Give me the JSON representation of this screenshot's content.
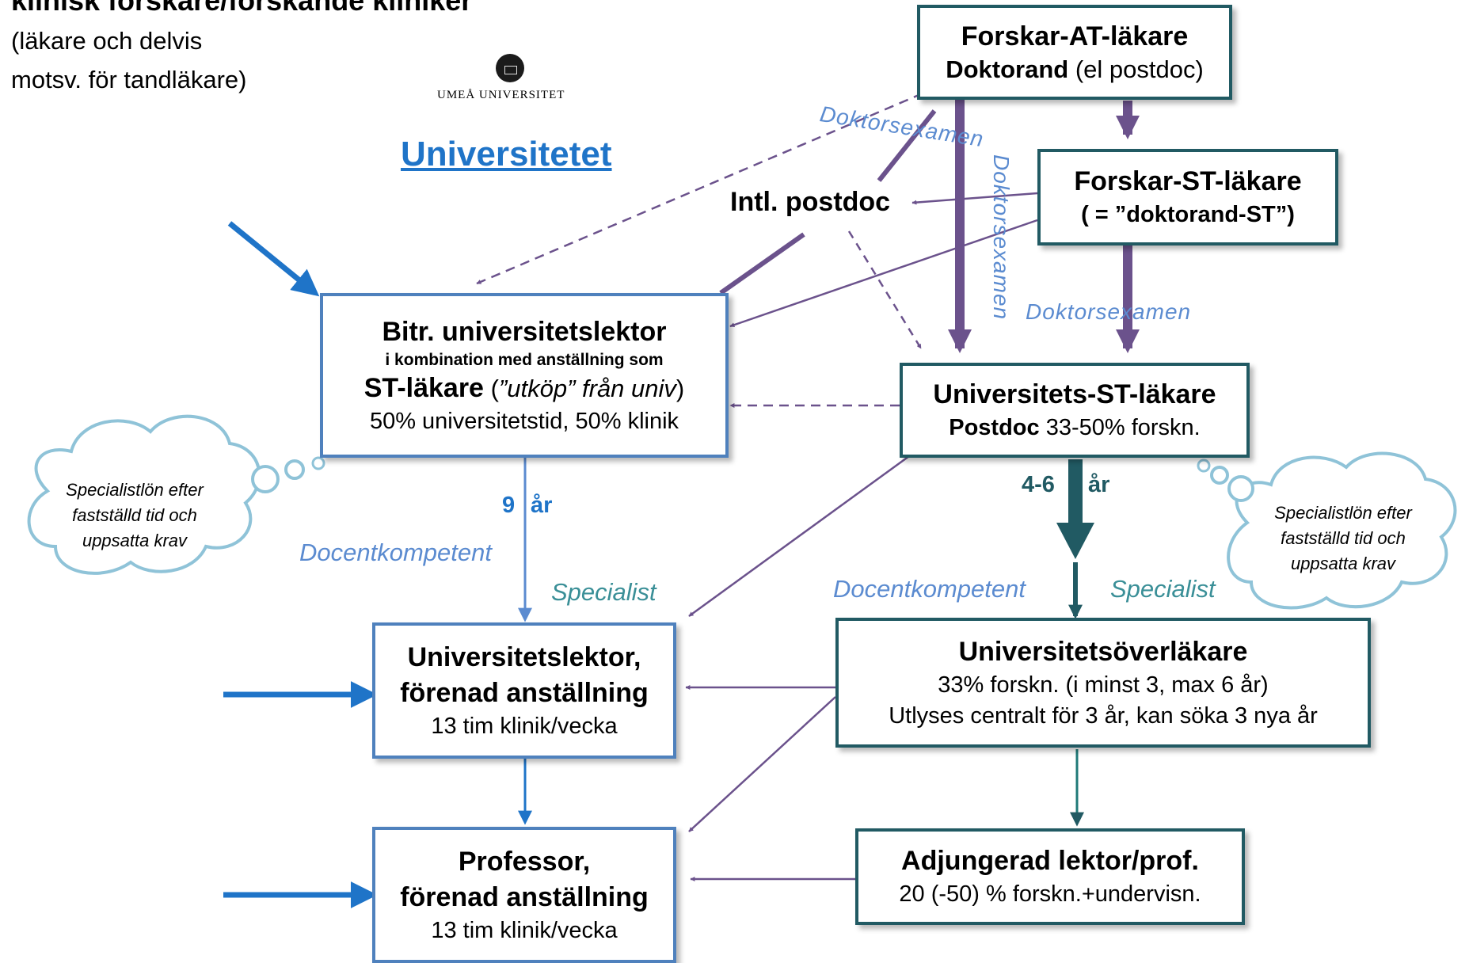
{
  "header": {
    "title_partial": "klinisk forskare/forskande kliniker",
    "sub_line1": "(läkare och delvis",
    "sub_line2": "motsv. för tandläkare)",
    "logo_text": "UMEÅ UNIVERSITET",
    "university_heading": "Universitetet"
  },
  "boxes": {
    "forskar_at": {
      "line1": "Forskar-AT-läkare",
      "line2_bold": "Doktorand",
      "line2_rest": " (el postdoc)"
    },
    "forskar_st": {
      "line1": "Forskar-ST-läkare",
      "line2": "( = ”doktorand-ST”)"
    },
    "bitr_lektor": {
      "line1": "Bitr. universitetslektor",
      "line2": "i kombination med anställning som",
      "line3_bold": "ST-läkare",
      "line3_open": " (",
      "line3_italic": "”utköp” från univ",
      "line3_close": ")",
      "line4": "50% universitetstid, 50% klinik"
    },
    "univ_st": {
      "line1": "Universitets-ST-läkare",
      "line2_bold": "Postdoc",
      "line2_rest": " 33-50% forskn."
    },
    "lektor": {
      "line1": "Universitetslektor,",
      "line2": "förenad anställning",
      "line3": "13 tim klinik/vecka"
    },
    "overlakare": {
      "line1": "Universitetsöverläkare",
      "line2": "33% forskn. (i minst 3, max 6 år)",
      "line3": "Utlyses centralt för 3 år, kan söka 3 nya år"
    },
    "professor": {
      "line1": "Professor,",
      "line2": "förenad anställning",
      "line3": "13 tim klinik/vecka"
    },
    "adjungerad": {
      "line1": "Adjungerad lektor/prof.",
      "line2": "20 (-50) % forskn.+undervisn."
    }
  },
  "labels": {
    "intl_postdoc": "Intl. postdoc",
    "doktorsexamen_1": "Doktorsexamen",
    "doktorsexamen_2": "Doktorsexamen",
    "doktorsexamen_3": "Doktorsexamen",
    "years_9_num": "9",
    "years_9_unit": "år",
    "years_46_num": "4-6",
    "years_46_unit": "år",
    "docentkompetent_left": "Docentkompetent",
    "specialist_left": "Specialist",
    "docentkompetent_right": "Docentkompetent",
    "specialist_right": "Specialist"
  },
  "clouds": {
    "left": {
      "line1": "Specialistlön efter",
      "line2": "fastställd tid och",
      "line3": "uppsatta krav"
    },
    "right": {
      "line1": "Specialistlön efter",
      "line2": "fastställd tid och",
      "line3": "uppsatta krav"
    }
  },
  "colors": {
    "purple": "#6b528c",
    "blue_arrow": "#1f74c8",
    "teal_dark": "#215a63",
    "label_blue": "#5b8bd0",
    "cloud_outline": "#8fc3d8"
  }
}
